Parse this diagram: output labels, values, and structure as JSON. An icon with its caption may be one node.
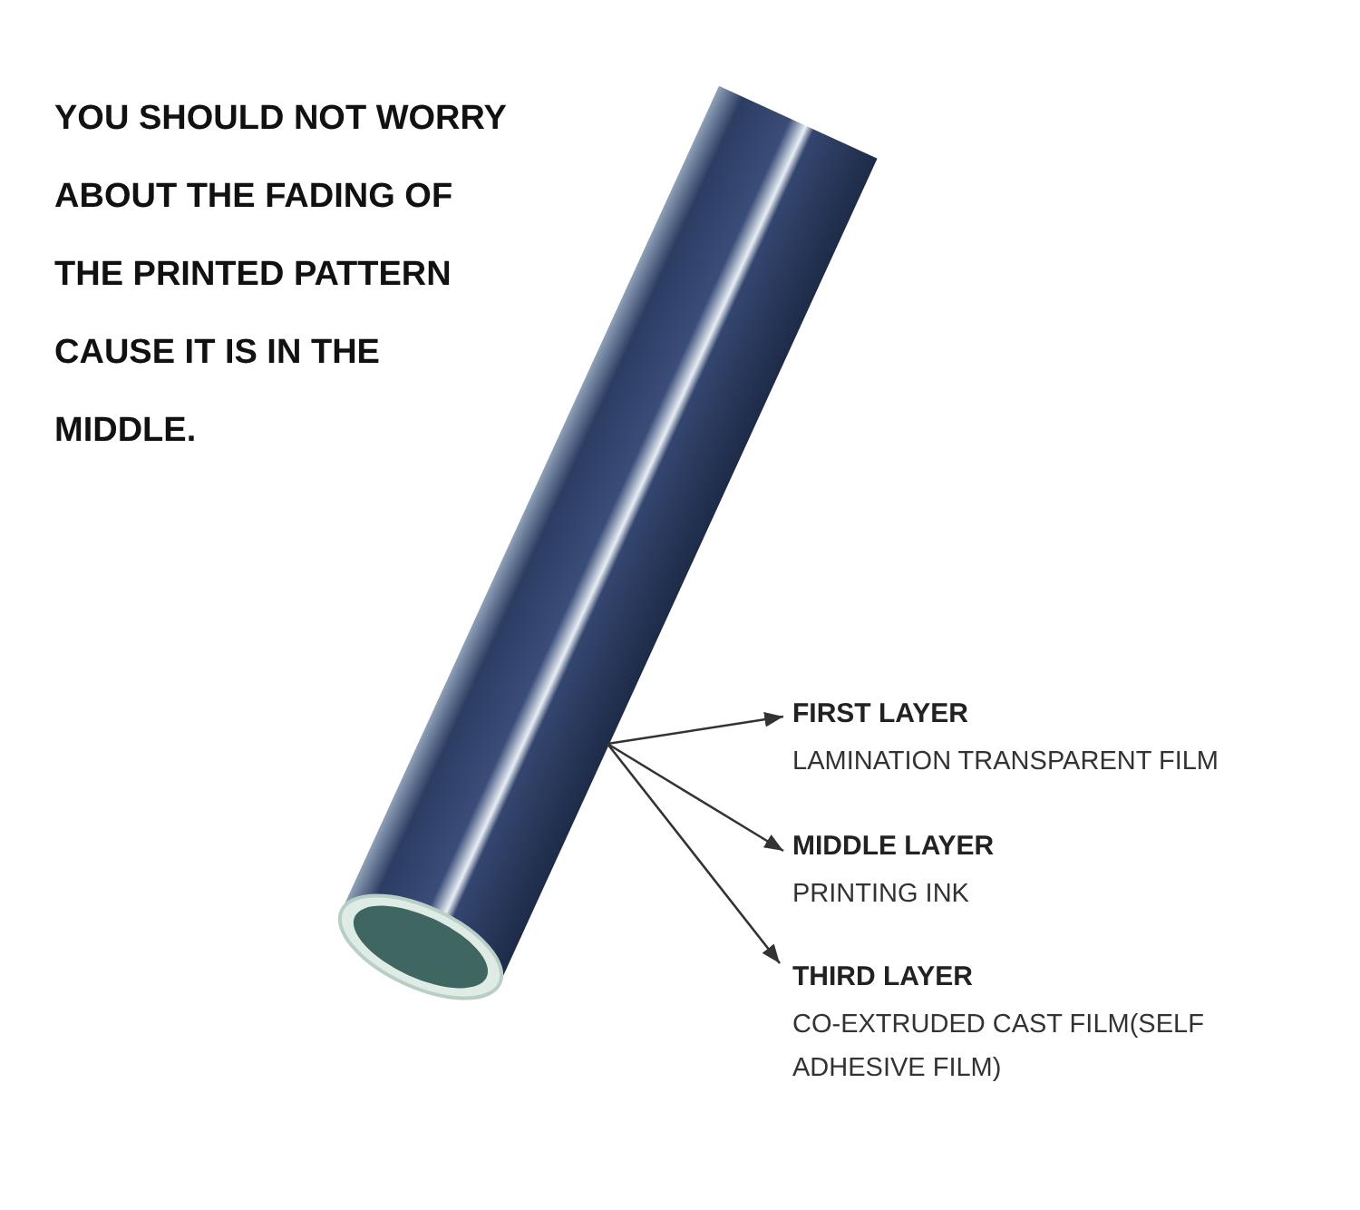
{
  "diagram": {
    "nodes": [
      {
        "text": [],
        "shape": "picture"
      },
      {
        "text": [
          "FIRST LAYER",
          "LAMINATION TRANSPARENT FILM"
        ]
      },
      {
        "text": [
          "MIDDLE LAYER",
          "PRINTING INK"
        ]
      },
      {
        "text": [
          "THIRD LAYER",
          "CO-EXTRUDED CAST FILM(SELF ADHESIVE FILM)"
        ]
      }
    ],
    "edges": [
      {
        "from": 0,
        "to": 1,
        "arrow": "to"
      },
      {
        "from": 0,
        "to": 2,
        "arrow": "to"
      },
      {
        "from": 0,
        "to": 3,
        "arrow": "to"
      }
    ],
    "labels": [
      "YOU SHOULD NOT WORRY ABOUT THE FADING OF THE PRINTED PATTERN CAUSE IT IS IN THE MIDDLE."
    ]
  }
}
